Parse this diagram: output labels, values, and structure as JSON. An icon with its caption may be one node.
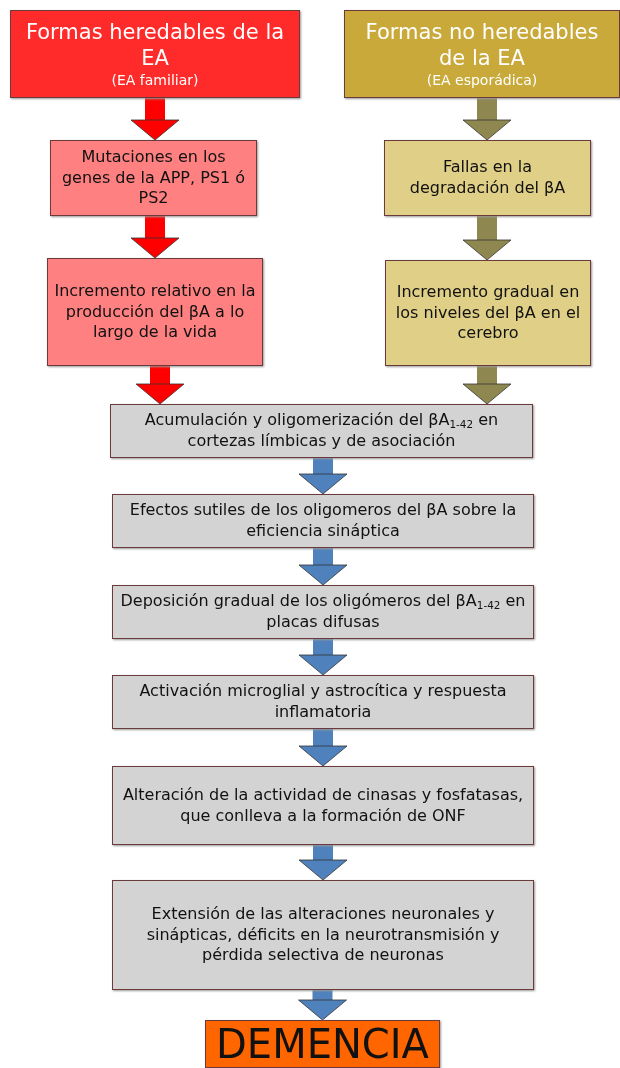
{
  "diagram": {
    "nodes": [
      {
        "text": [
          "Formas heredables de la EA",
          "(EA familiar)"
        ]
      },
      {
        "text": [
          "Formas no heredables de la EA",
          "(EA esporádica)"
        ]
      },
      {
        "text": [
          "Mutaciones en los genes de la APP, PS1 ó PS2"
        ]
      },
      {
        "text": [
          "Fallas en la degradación del βA"
        ]
      },
      {
        "text": [
          "Incremento relativo en la producción del βA a lo largo de la vida"
        ]
      },
      {
        "text": [
          "Incremento gradual en los niveles del βA en el cerebro"
        ]
      },
      {
        "text": [
          "Acumulación y oligomerización del βA$_{1-42}$ en cortezas límbicas y de asociación"
        ]
      },
      {
        "text": [
          "Efectos sutiles de los oligomeros del βA sobre la eficiencia sináptica"
        ]
      },
      {
        "text": [
          "Deposición gradual de los oligómeros del βA$_{1-42}$ en placas difusas"
        ]
      },
      {
        "text": [
          "Activación microglial y astrocítica y respuesta inflamatoria"
        ]
      },
      {
        "text": [
          "Alteración de la actividad de cinasas y fosfatasas, que conlleva a la formación de ONF"
        ]
      },
      {
        "text": [
          "Extensión de las alteraciones neuronales y sinápticas, déficits en la neurotransmisión y pérdida selectiva de neuronas"
        ]
      },
      {
        "text": [
          "DEMENCIA"
        ]
      }
    ],
    "edges": [
      {
        "from": 0,
        "to": 2,
        "arrow": "to",
        "color": "#ff0000"
      },
      {
        "from": 2,
        "to": 4,
        "arrow": "to",
        "color": "#ff0000"
      },
      {
        "from": 4,
        "to": 6,
        "arrow": "to",
        "color": "#ff0000"
      },
      {
        "from": 1,
        "to": 3,
        "arrow": "to",
        "color": "#8f8750"
      },
      {
        "from": 3,
        "to": 5,
        "arrow": "to",
        "color": "#8f8750"
      },
      {
        "from": 5,
        "to": 6,
        "arrow": "to",
        "color": "#8f8750"
      },
      {
        "from": 6,
        "to": 7,
        "arrow": "to"
      },
      {
        "from": 7,
        "to": 8,
        "arrow": "to"
      },
      {
        "from": 8,
        "to": 9,
        "arrow": "to"
      },
      {
        "from": 9,
        "to": 10,
        "arrow": "to"
      },
      {
        "from": 10,
        "to": 11,
        "arrow": "to"
      },
      {
        "from": 11,
        "to": 12,
        "arrow": "to"
      }
    ]
  }
}
